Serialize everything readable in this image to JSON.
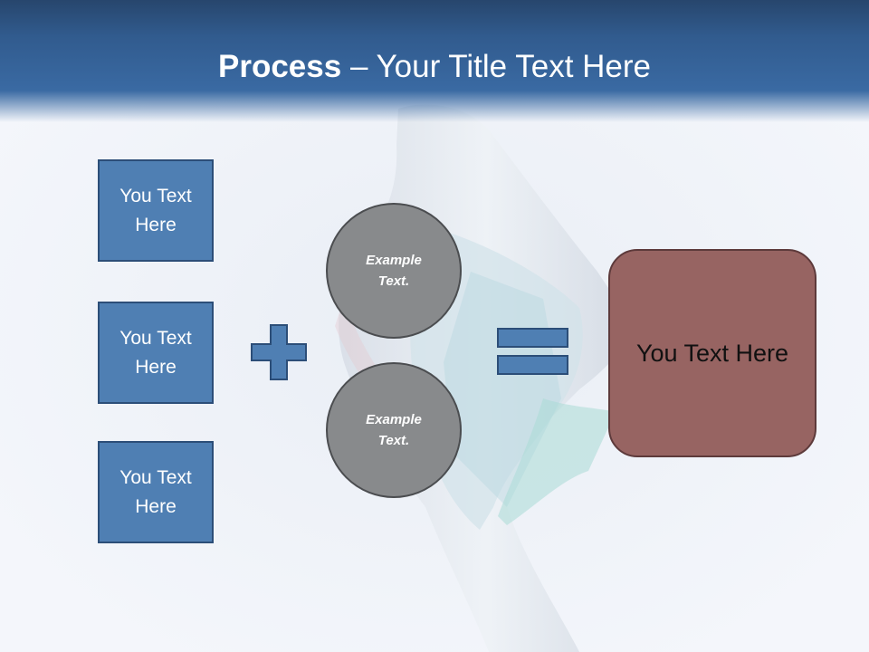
{
  "slide": {
    "title_bold": "Process",
    "title_rest": " – Your Title Text Here"
  },
  "inputs": [
    "You Text Here",
    "You Text Here",
    "You Text Here"
  ],
  "operators": {
    "plus": "plus-sign-icon",
    "equals": "equals-sign-icon"
  },
  "examples": [
    "Example Text.",
    "Example Text."
  ],
  "result": "You Text Here",
  "colors": {
    "header": "#3a6aa3",
    "box_fill": "#4f7fb3",
    "box_border": "#2c4e78",
    "circle_fill": "#888a8c",
    "result_fill": "#976462"
  }
}
